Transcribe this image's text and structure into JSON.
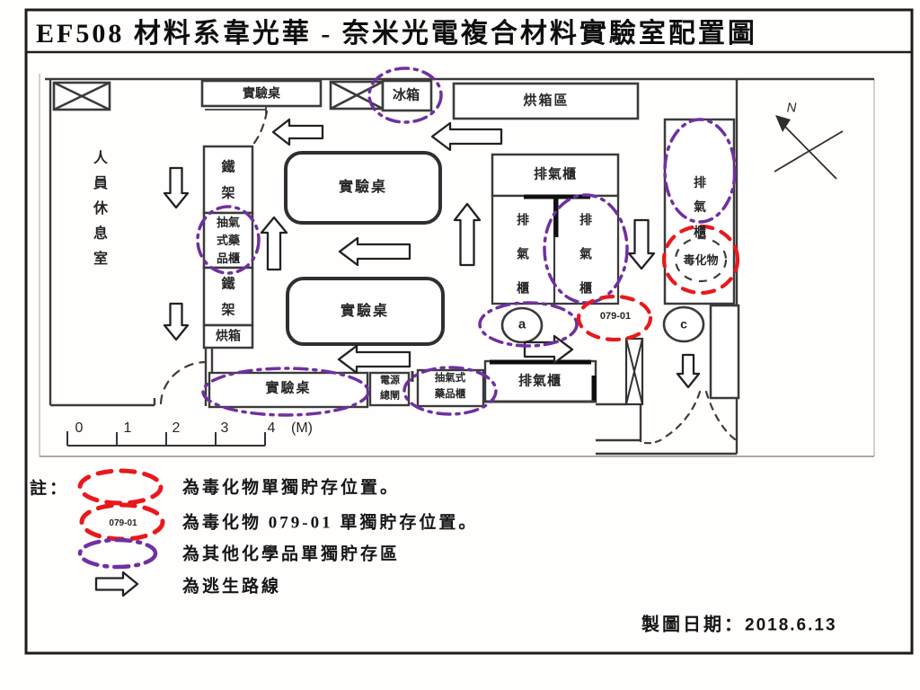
{
  "title": "EF508 材料系韋光華 - 奈米光電複合材料實驗室配置圖",
  "colors": {
    "purple": "#7030a0",
    "red": "#e8191c",
    "ink": "#3b3b3b",
    "heavy": "#101010"
  },
  "plan": {
    "rest_room": "人員休息室",
    "top_row": {
      "bench": "實驗桌",
      "fridge": "冰箱",
      "oven_area": "烘箱區"
    },
    "left_column": {
      "rack1": "鐵架",
      "fume_cabinet": "抽氣式藥品櫃",
      "rack2": "鐵架",
      "oven": "烘箱"
    },
    "benches": {
      "center1": "實驗桌",
      "center2": "實驗桌",
      "bottom": "實驗桌"
    },
    "fume_hood_block": {
      "top": "排氣櫃",
      "left": "排氣櫃",
      "right": "排氣櫃"
    },
    "right_side": {
      "fume_hood": "排氣櫃",
      "toxic": "毒化物"
    },
    "bottom_row": {
      "power_switch": "電源總閘",
      "fume_cabinet": "抽氣式藥品櫃",
      "fume_hood": "排氣櫃"
    },
    "markers": {
      "a": "a",
      "c": "c",
      "toxic_id": "079-01"
    },
    "compass": {
      "north": "N"
    },
    "scale": {
      "ticks": [
        "0",
        "1",
        "2",
        "3",
        "4"
      ],
      "unit": "(M)"
    }
  },
  "legend": {
    "note": "註：",
    "items": [
      {
        "symbol": "red-dashed-ellipse",
        "text": "為毒化物單獨貯存位置。"
      },
      {
        "symbol": "red-dashed-ellipse-labeled",
        "symbol_label": "079-01",
        "text": "為毒化物 079-01 單獨貯存位置。"
      },
      {
        "symbol": "purple-dashdot-ellipse",
        "text": "為其他化學品單獨貯存區"
      },
      {
        "symbol": "escape-route-arrow",
        "text": "為逃生路線"
      }
    ]
  },
  "footer": {
    "date_label": "製圖日期：",
    "date_value": "2018.6.13"
  }
}
